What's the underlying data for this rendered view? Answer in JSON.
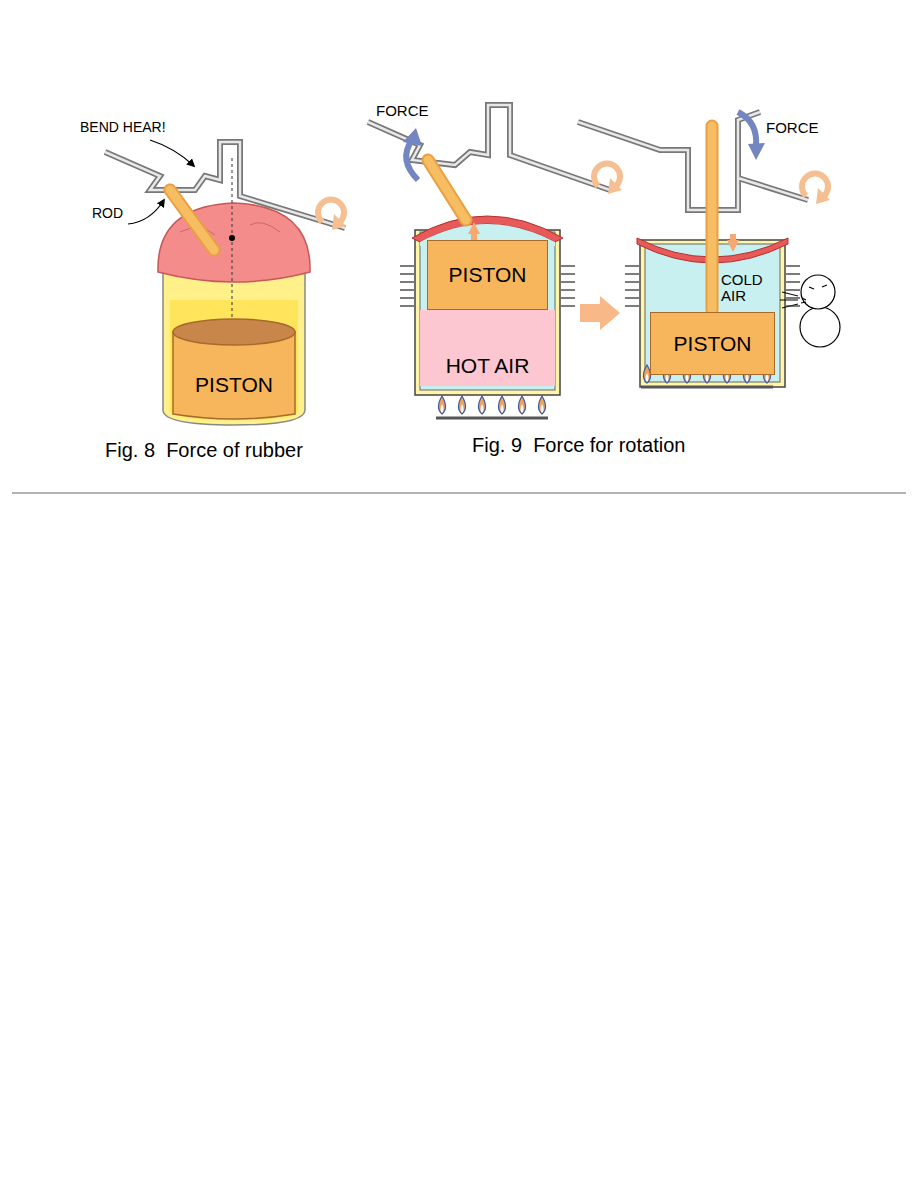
{
  "diagram": {
    "nodes": [
      {
        "text": [
          "PISTON"
        ]
      },
      {
        "text": [
          "PISTON"
        ]
      },
      {
        "text": [
          "HOT AIR"
        ]
      },
      {
        "text": [
          "COLD AIR"
        ]
      },
      {
        "text": [
          "PISTON"
        ]
      }
    ],
    "labels": [
      "BEND HEAR!",
      "ROD",
      "Fig. 8  Force of rubber",
      "FORCE",
      "FORCE",
      "Fig. 9  Force for rotation"
    ]
  }
}
